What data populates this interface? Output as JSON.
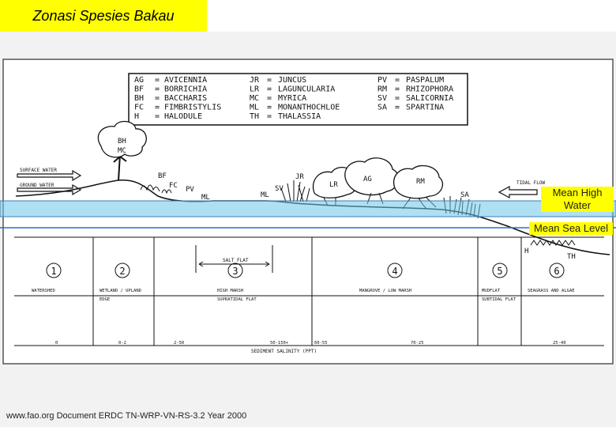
{
  "title": "Zonasi Spesies Bakau",
  "legend": [
    [
      "AG",
      "=",
      "AVICENNIA"
    ],
    [
      "BF",
      "=",
      "BORRICHIA"
    ],
    [
      "BH",
      "=",
      "BACCHARIS"
    ],
    [
      "FC",
      "=",
      "FIMBRISTYLIS"
    ],
    [
      "H",
      "=",
      "HALODULE"
    ],
    [
      "JR",
      "=",
      "JUNCUS"
    ],
    [
      "LR",
      "=",
      "LAGUNCULARIA"
    ],
    [
      "MC",
      "=",
      "MYRICA"
    ],
    [
      "ML",
      "=",
      "MONANTHOCHLOE"
    ],
    [
      "TH",
      "=",
      "THALASSIA"
    ],
    [
      "PV",
      "=",
      "PASPALUM"
    ],
    [
      "RM",
      "=",
      "RHIZOPHORA"
    ],
    [
      "SV",
      "=",
      "SALICORNIA"
    ],
    [
      "SA",
      "=",
      "SPARTINA"
    ]
  ],
  "arrows": {
    "surface_water": "SURFACE WATER",
    "ground_water": "GROUND WATER",
    "tidal_flow": "TIDAL FLOW"
  },
  "species_labels": {
    "bh": "BH",
    "mc": "MC",
    "bf": "BF",
    "fc": "FC",
    "pv": "PV",
    "ml1": "ML",
    "ml2": "ML",
    "sv": "SV",
    "jr": "JR",
    "lr": "LR",
    "ag": "AG",
    "rm": "RM",
    "sa": "SA",
    "h": "H",
    "th": "TH"
  },
  "salt_flat": "SALT FLAT",
  "tags": {
    "mean_high_water": "Mean High Water",
    "mean_sea_level": "Mean Sea Level"
  },
  "zones": [
    {
      "number": "1",
      "name": "WATERSHED",
      "sub": "",
      "salinity": "0"
    },
    {
      "number": "2",
      "name": "WETLAND / UPLAND",
      "sub": "EDGE",
      "salinity": "0-2"
    },
    {
      "number": "3",
      "name": "HIGH MARSH",
      "sub": "SUPRATIDAL FLAT",
      "salinity": "2-50"
    },
    {
      "number": "",
      "name": "",
      "sub": "",
      "salinity": "50-150+"
    },
    {
      "number": "4",
      "name": "MANGROVE / LOW MARSH",
      "sub": "",
      "salinity": "60-55"
    },
    {
      "number": "",
      "name": "",
      "sub": "",
      "salinity": "70-25"
    },
    {
      "number": "5",
      "name": "MUDFLAT",
      "sub": "SUBTIDAL FLAT",
      "salinity": ""
    },
    {
      "number": "6",
      "name": "SEAGRASS AND ALGAE",
      "sub": "",
      "salinity": "25-40"
    }
  ],
  "axis_label": "SEDIMENT SALINITY (PPT)",
  "footer": "www.fao.org Document ERDC TN-WRP-VN-RS-3.2 Year 2000"
}
